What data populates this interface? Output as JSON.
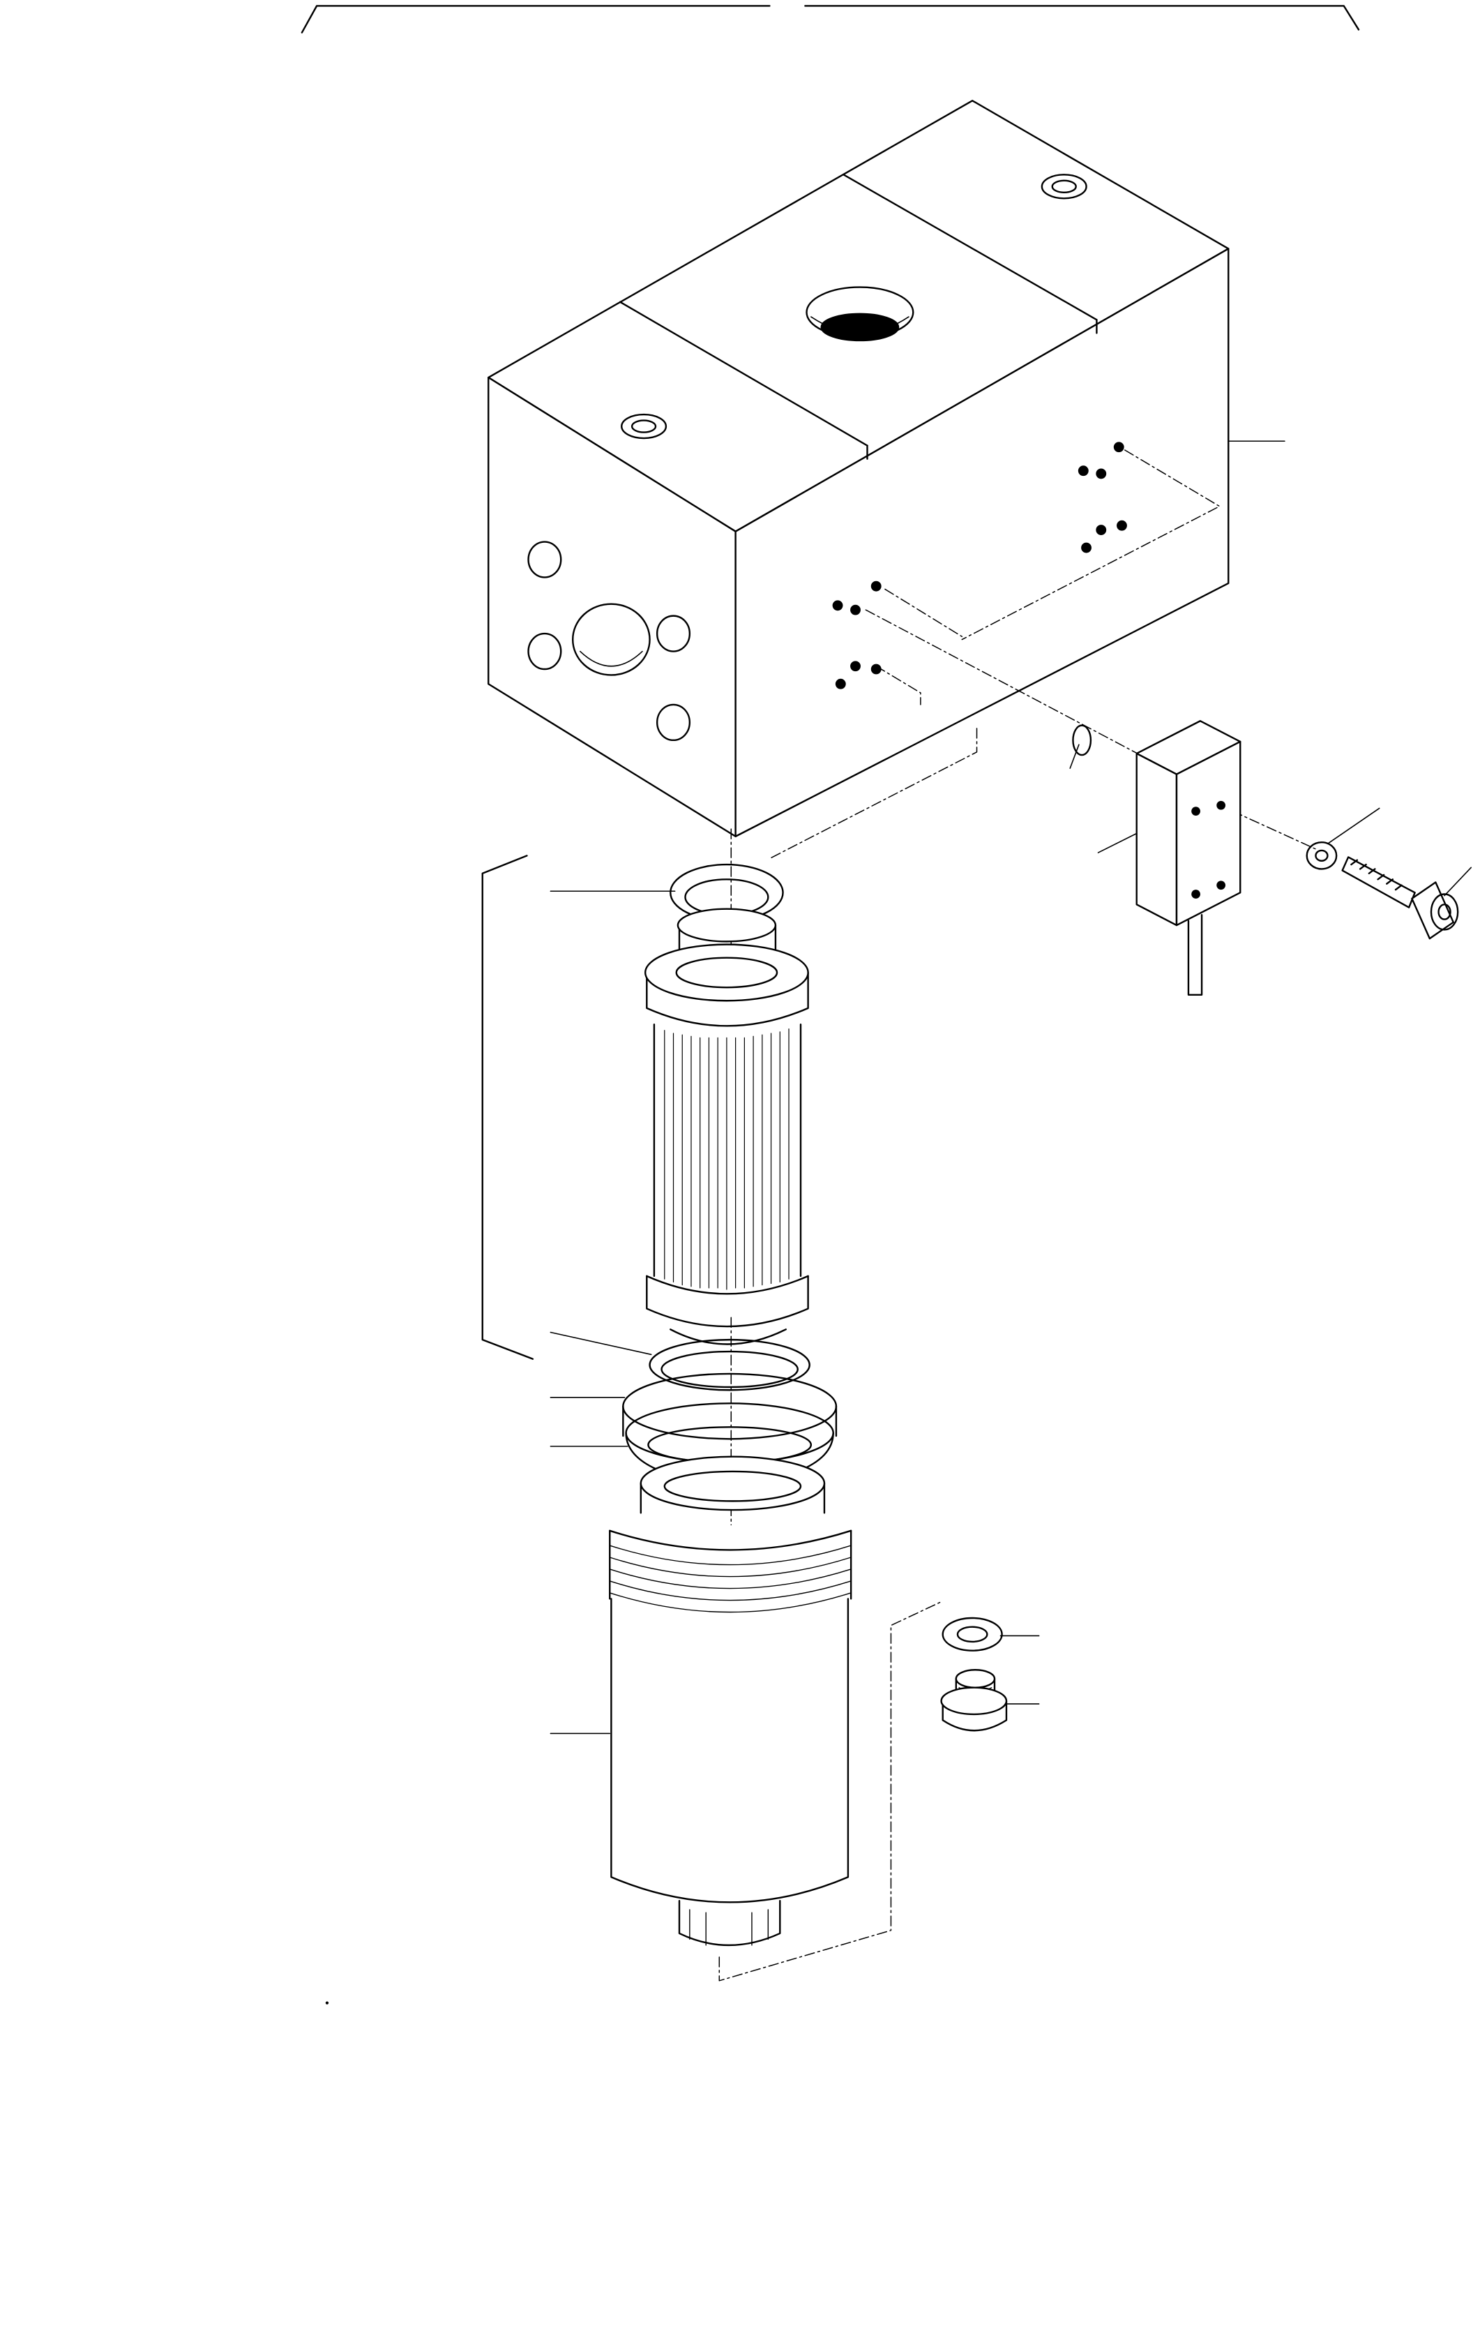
{
  "diagram": {
    "ink_color": "#000000",
    "paper_color": "#ffffff",
    "parts": [
      "filter-head-block",
      "pressure-switch",
      "switch-o-ring",
      "lock-washer",
      "cap-screw",
      "filter-element",
      "head-o-ring",
      "element-seal",
      "bowl-o-ring",
      "backup-ring",
      "filter-bowl",
      "drain-plug-seal",
      "drain-plug"
    ],
    "callout_labels": []
  }
}
